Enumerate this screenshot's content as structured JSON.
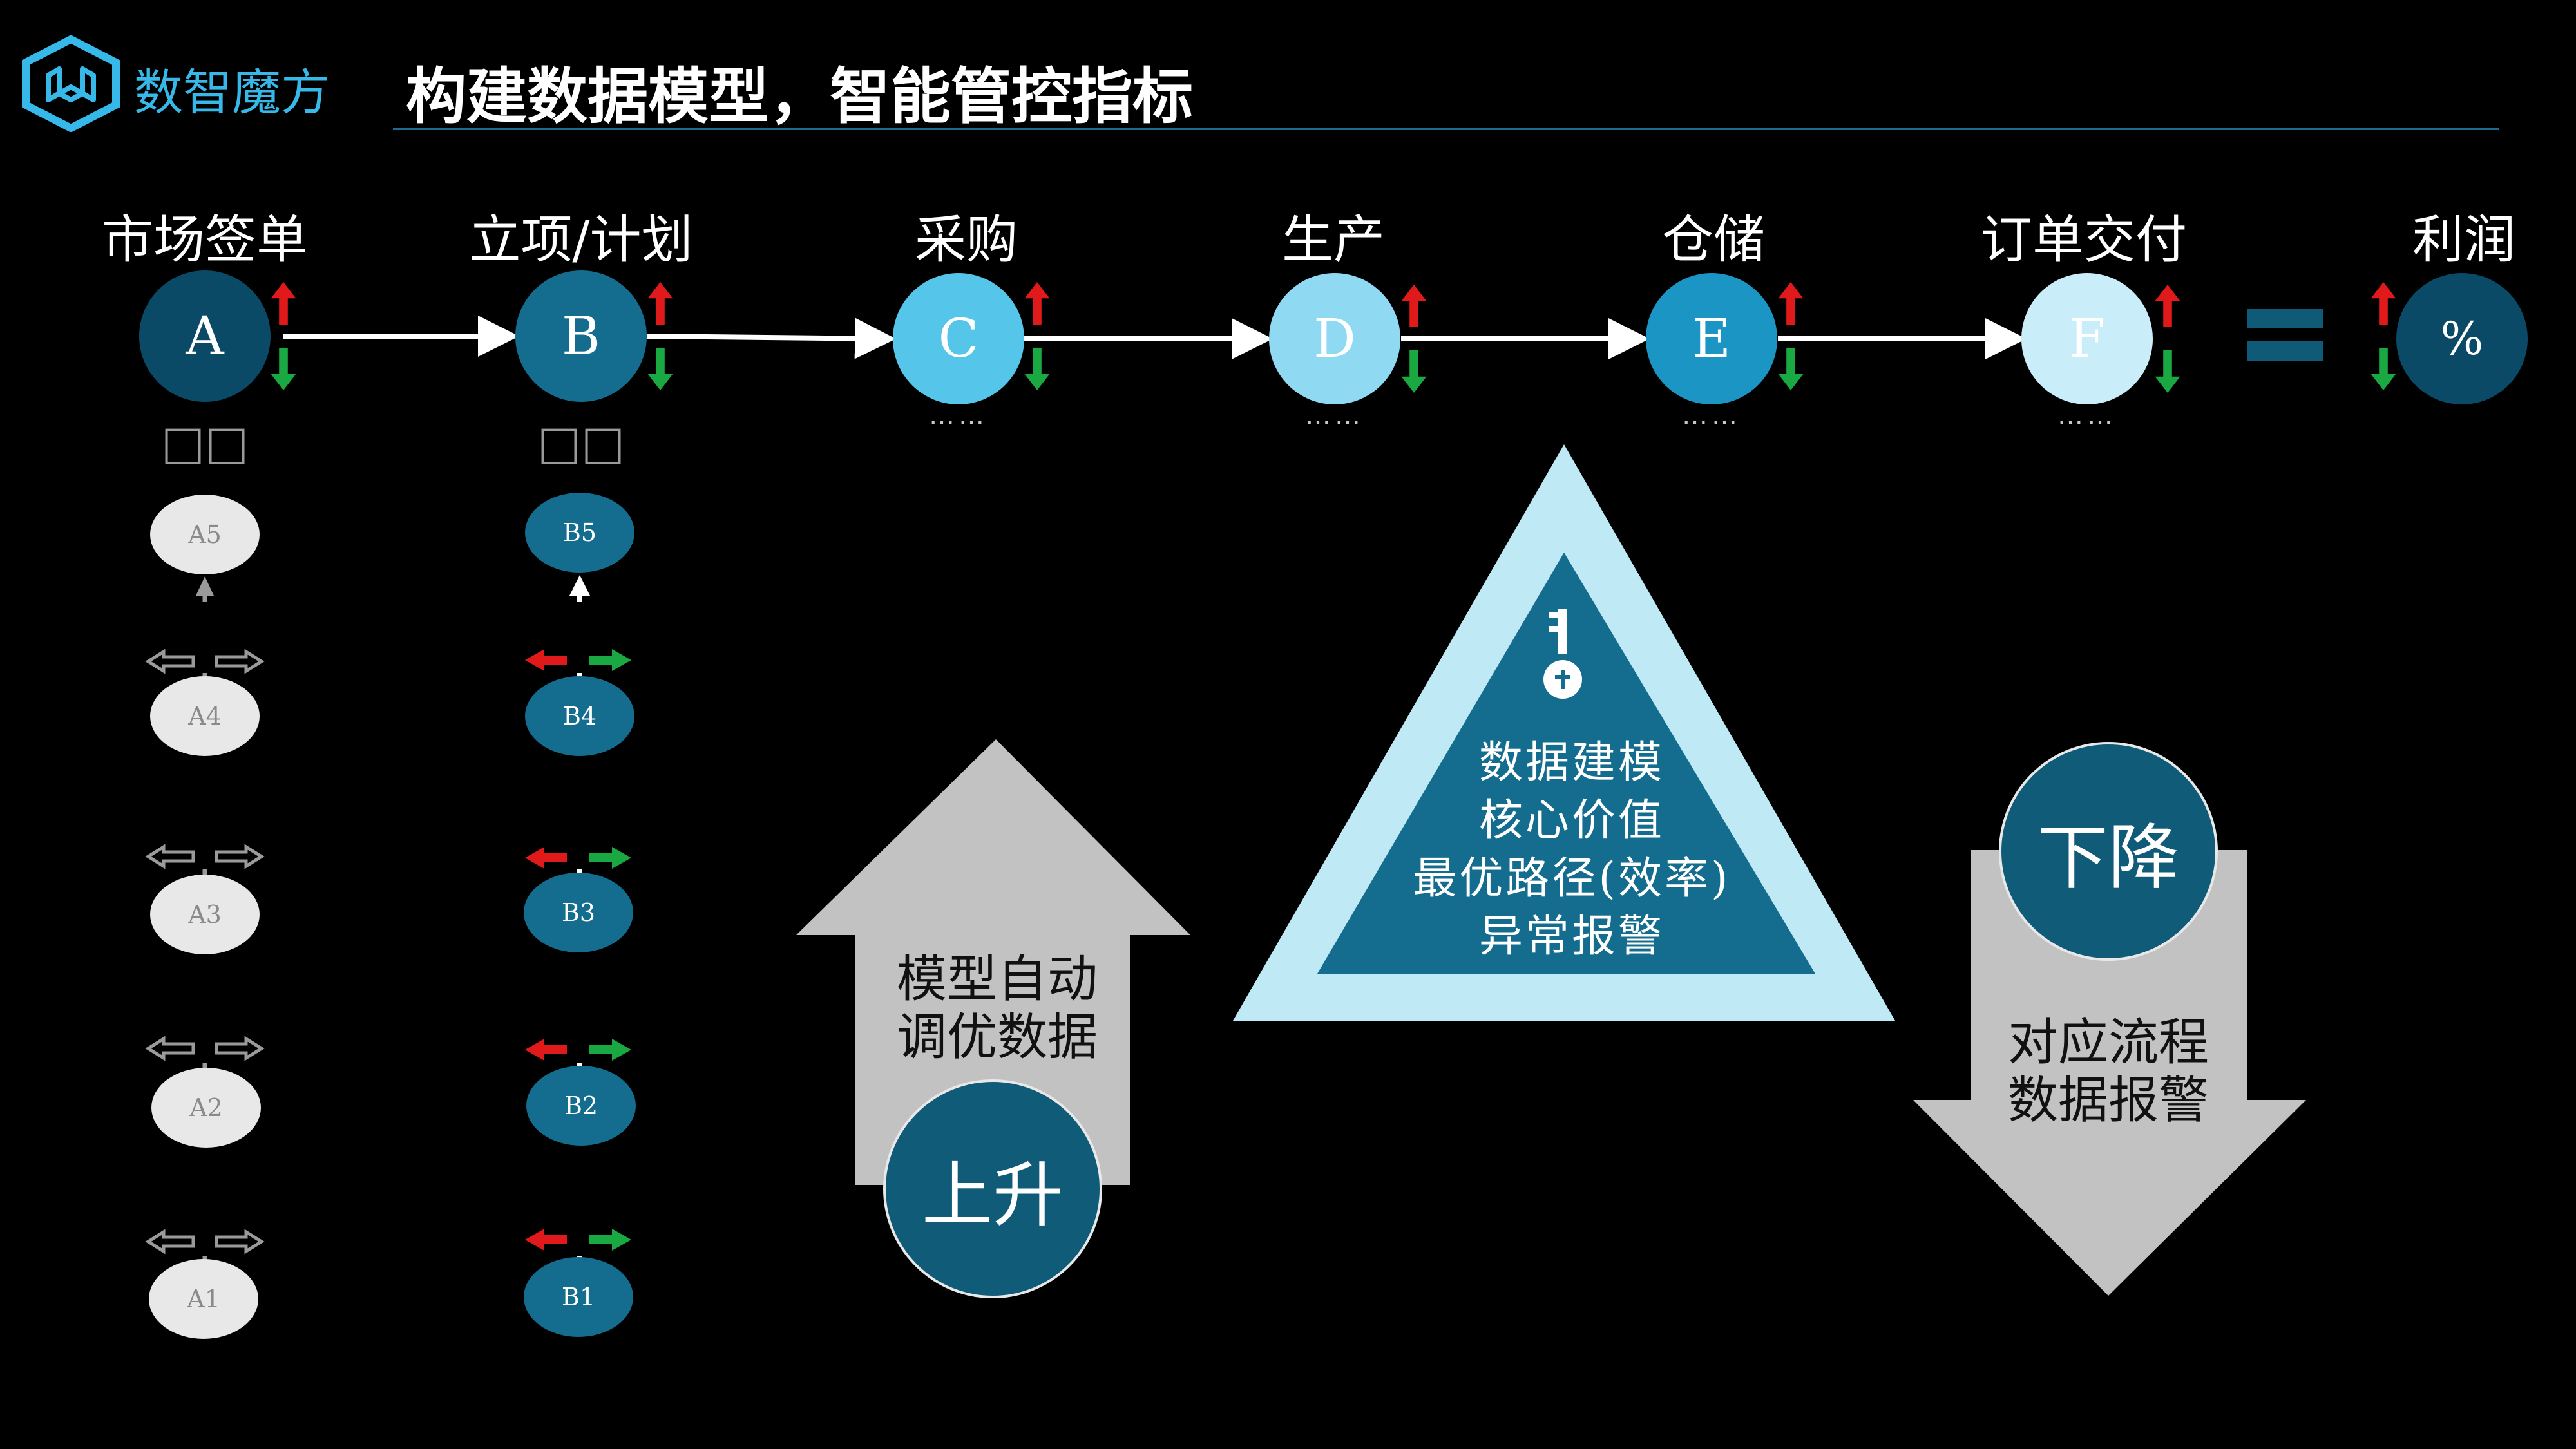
{
  "header": {
    "logo_text": "数智魔方",
    "title": "构建数据模型，智能管控指标"
  },
  "colors": {
    "background": "#000000",
    "accent_blue": "#36b8e8",
    "dark_teal": "#105b78",
    "mid_teal": "#146d8e",
    "light_cyan": "#bfe9f5",
    "up_red": "#e01a1a",
    "down_green": "#1aa843",
    "gray_arrow": "#c2c2c2"
  },
  "flow": {
    "stages": [
      {
        "label": "市场签单",
        "node": "A",
        "color": "#0b4a66"
      },
      {
        "label": "立项/计划",
        "node": "B",
        "color": "#146d8e"
      },
      {
        "label": "采购",
        "node": "C",
        "color": "#55c6ea"
      },
      {
        "label": "生产",
        "node": "D",
        "color": "#8fd9f2"
      },
      {
        "label": "仓储",
        "node": "E",
        "color": "#1a95c4"
      },
      {
        "label": "订单交付",
        "node": "F",
        "color": "#c9eef9"
      }
    ],
    "result": {
      "label": "利润",
      "node": "%",
      "color": "#0b4a66"
    },
    "ellipsis": "……",
    "icons": [
      "up-arrow-icon",
      "down-arrow-icon",
      "equals-icon",
      "key-icon"
    ]
  },
  "sub_a": {
    "label": "□□",
    "nodes": [
      "A5",
      "A4",
      "A3",
      "A2",
      "A1"
    ]
  },
  "sub_b": {
    "label": "□□",
    "nodes": [
      "B5",
      "B4",
      "B3",
      "B2",
      "B1"
    ]
  },
  "triangle": {
    "lines": [
      "数据建模",
      "核心价值",
      "最优路径(效率)",
      "异常报警"
    ]
  },
  "up_arrow": {
    "text_line1": "模型自动",
    "text_line2": "调优数据",
    "circle_label": "上升"
  },
  "down_arrow": {
    "text_line1": "对应流程",
    "text_line2": "数据报警",
    "circle_label": "下降"
  }
}
